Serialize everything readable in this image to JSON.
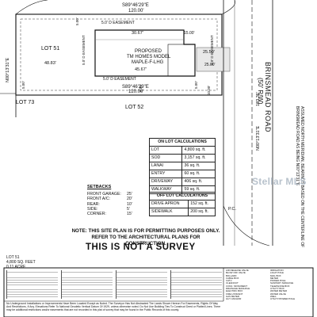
{
  "plan": {
    "bearings": {
      "top": "S89°46'29\"E",
      "top_dist": "120.00'",
      "bottom": "S89°46'29\"E",
      "bottom_dist": "120.00'",
      "left": "N00°13'31\"E",
      "right": "N00°13'31\"E",
      "right_dist": "103.36'"
    },
    "easements": {
      "top_easement": "5.0' D EASEMENT",
      "bottom_easement": "5.0' D EASEMENT",
      "left_easement": "5.0' D EASEMENT",
      "right_easement": "5.0' D EASEMENT"
    },
    "house": {
      "label": "PROPOSED",
      "model": "TM HOMES MODEL",
      "model_name": "MAPLE-F-LHG",
      "width_top": "30.67'",
      "width_bottom": "45.67'",
      "setback_front": "15.00'",
      "garage_width": "25.50'"
    },
    "lots": {
      "lot51": "LOT 51",
      "lot73": "LOT 73",
      "lot52": "LOT 52"
    },
    "dims": {
      "d1": "48.83'",
      "d2": "25.00'",
      "d3": "5.00'",
      "d4": "5.00'",
      "d5": "5.00'",
      "d6": "5.00'",
      "d7": "10.00'"
    },
    "road": {
      "name": "BRINSMEAD ROAD",
      "row": "(50' R/W)"
    },
    "bearing_basis": "ASSUMED NORTH MERIDIAN, BEARINGS BASED ON THE CENTERLINE OF BRINSMEAD ROAD AS BEING N00°13'31\"E",
    "pc": "P.C."
  },
  "calc": {
    "on_header": "ON LOT CALCULATIONS",
    "on_rows": [
      [
        "LOT",
        "4,800 sq. ft."
      ],
      [
        "SOD",
        "3,157 sq. ft."
      ],
      [
        "LANAI",
        "36 sq. ft."
      ],
      [
        "ENTRY",
        "60 sq. ft."
      ],
      [
        "DRIVEWAY",
        "406 sq. ft."
      ],
      [
        "WALKWAY",
        "59 sq. ft."
      ]
    ],
    "off_header": "OFF LOT CALCULATIONS",
    "off_rows": [
      [
        "DRIVE APRON",
        "152 sq. ft."
      ],
      [
        "SIDEWALK",
        "200 sq. ft."
      ]
    ]
  },
  "setbacks": {
    "title": "SETBACKS",
    "rows": [
      [
        "FRONT GARAGE:",
        "25'"
      ],
      [
        "FRONT A/C:",
        "20'"
      ],
      [
        "REAR:",
        "10'"
      ],
      [
        "SIDE:",
        "5'"
      ],
      [
        "CORNER:",
        "15'"
      ]
    ]
  },
  "lot_info": {
    "line1": "LOT 51",
    "line2": "4,800 SQ. FEET",
    "line3": "0.11 ACRE"
  },
  "note": "NOTE: THIS SITE PLAN IS FOR PERMITTING PURPOSES ONLY. REFER TO THE ARCHITECTURAL PLANS FOR CONSTRUCTION.",
  "not_survey": "THIS IS NOT A SURVEY",
  "disclaimer": "No Underground Installations or Improvements Have Been Located Except as Noted. The Surveyor Has Not Abstracted The Lands Shown Hereon For Easements, Rights Of Way And Restrictions, If Any. Elevations Refer To National Geodetic Vertical Datum Of 1929, unless otherwise noted. Do Not Use Building Ties To Construct Deed or Platted Lines. There may be additional restrictions and/or easements that are not recorded in this plat of survey that may be found in the Public Records of this county.",
  "legend_right": [
    "AIR RELEASE VALVE",
    "BLOW OFF VALVE",
    "BOLLARD",
    "CABLE BOX",
    "CATV",
    "CLEANOUT",
    "CONC. MONUMENT",
    "DRAINAGE MANHOLE",
    "ELECTRIC BOX",
    "FIRE HYDRANT",
    "GAS METER",
    "GUY ANCHOR",
    "IRRIGATION",
    "LIGHT POLE",
    "MAIL BOX",
    "METER",
    "POWER POLE",
    "SANITARY MANHOLE",
    "TELEPHONE BOX",
    "UTILITY BOX",
    "WATER METER",
    "WATER VALVE",
    "WELL",
    "UTILITY/POWER POLE"
  ],
  "watermark": "Stellar MLS"
}
